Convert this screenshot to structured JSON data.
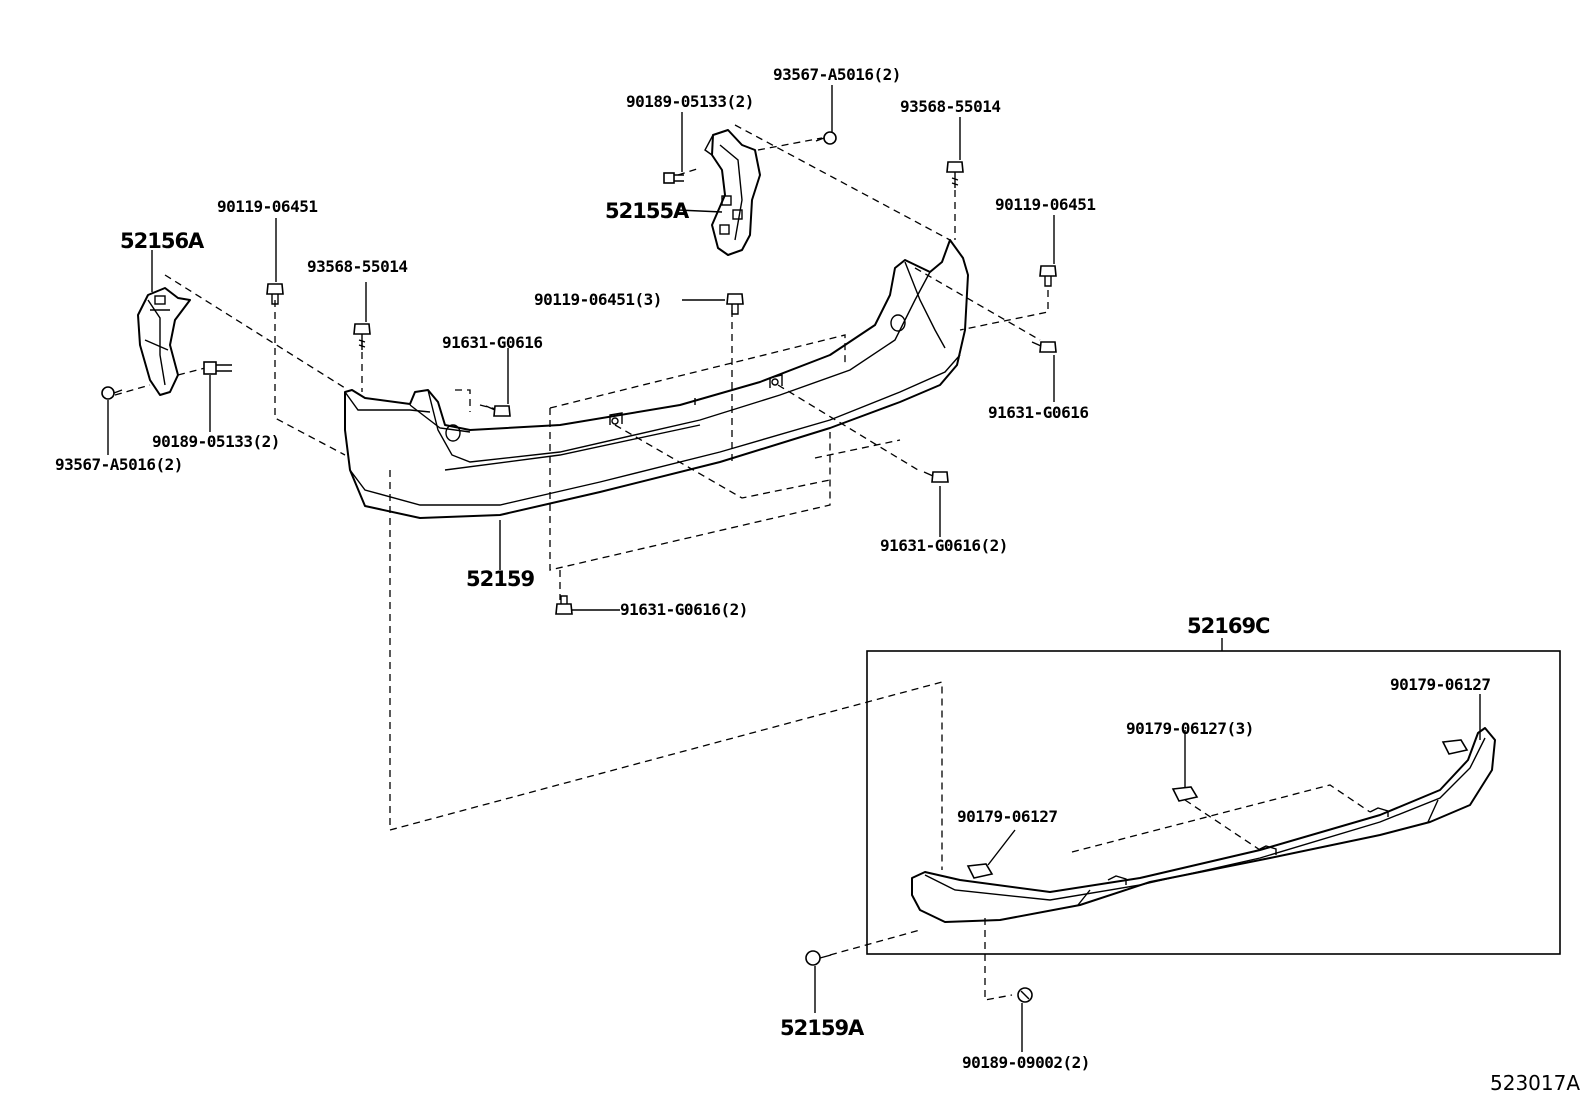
{
  "diagram_code": "523017A",
  "labels": {
    "p52156A": "52156A",
    "p52155A": "52155A",
    "p52159": "52159",
    "p52169C": "52169C",
    "p52159A": "52159A",
    "l_93567_top": "93567-A5016(2)",
    "l_90189_top": "90189-05133(2)",
    "l_93568_right": "93568-55014",
    "l_90119_left": "90119-06451",
    "l_93568_left": "93568-55014",
    "l_90119_right": "90119-06451",
    "l_90119_center": "90119-06451(3)",
    "l_91631_left": "91631-G0616",
    "l_91631_right": "91631-G0616",
    "l_90189_left": "90189-05133(2)",
    "l_93567_left": "93567-A5016(2)",
    "l_91631_mid": "91631-G0616(2)",
    "l_91631_bottom": "91631-G0616(2)",
    "l_90179_right": "90179-06127",
    "l_90179_center": "90179-06127(3)",
    "l_90179_left": "90179-06127",
    "l_90189_bottom": "90189-09002(2)"
  }
}
